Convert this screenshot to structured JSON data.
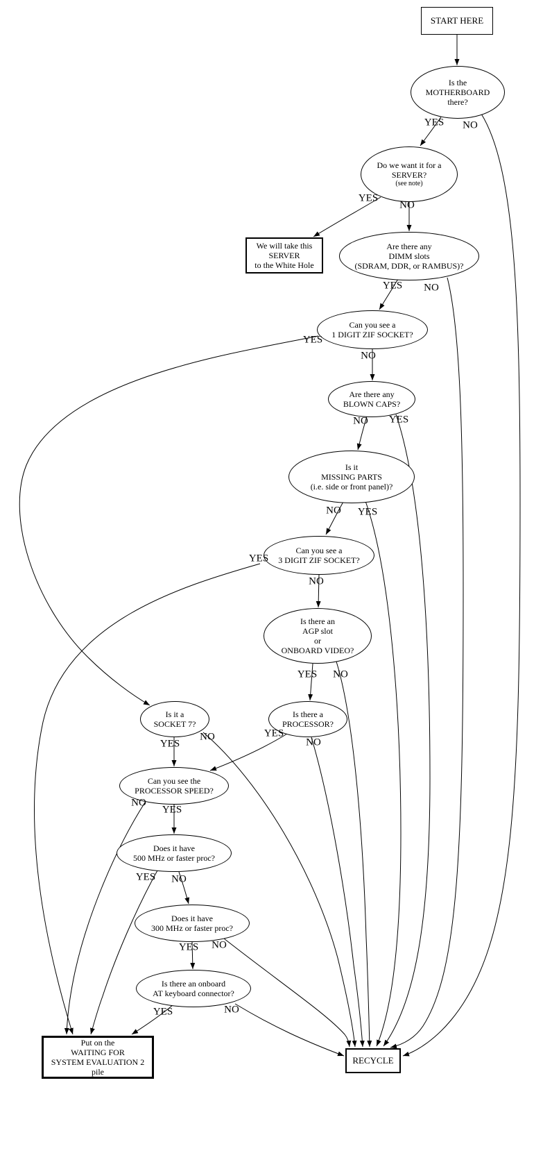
{
  "labels": {
    "yes": "YES",
    "no": "NO"
  },
  "nodes": {
    "start": {
      "lines": [
        "START HERE"
      ]
    },
    "motherboard": {
      "lines": [
        "Is the",
        "MOTHERBOARD",
        "there?"
      ]
    },
    "server": {
      "lines": [
        "Do we want it for a",
        "SERVER?",
        "(see note)"
      ]
    },
    "whitehole": {
      "lines": [
        "We will take this",
        "SERVER",
        "to the White Hole"
      ]
    },
    "dimm": {
      "lines": [
        "Are there any",
        "DIMM slots",
        "(SDRAM, DDR, or RAMBUS)?"
      ]
    },
    "zif1": {
      "lines": [
        "Can you see a",
        "1 DIGIT ZIF SOCKET?"
      ]
    },
    "blowncaps": {
      "lines": [
        "Are there any",
        "BLOWN CAPS?"
      ]
    },
    "missing": {
      "lines": [
        "Is it",
        "MISSING PARTS",
        "(i.e. side or front panel)?"
      ]
    },
    "zif3": {
      "lines": [
        "Can you see a",
        "3 DIGIT ZIF SOCKET?"
      ]
    },
    "agp": {
      "lines": [
        "Is there an",
        "AGP slot",
        "or",
        "ONBOARD VIDEO?"
      ]
    },
    "socket7": {
      "lines": [
        "Is it a",
        "SOCKET 7?"
      ]
    },
    "processor": {
      "lines": [
        "Is there a",
        "PROCESSOR?"
      ]
    },
    "speed": {
      "lines": [
        "Can you see the",
        "PROCESSOR SPEED?"
      ]
    },
    "mhz500": {
      "lines": [
        "Does it have",
        "500 MHz or faster proc?"
      ]
    },
    "mhz300": {
      "lines": [
        "Does it have",
        "300 MHz or faster proc?"
      ]
    },
    "atkbd": {
      "lines": [
        "Is there an onboard",
        "AT keyboard connector?"
      ]
    },
    "waiting": {
      "lines": [
        "Put on the",
        "WAITING FOR",
        "SYSTEM EVALUATION 2",
        "pile"
      ]
    },
    "recycle": {
      "lines": [
        "RECYCLE"
      ]
    }
  },
  "edges": [
    {
      "from": "start",
      "to": "motherboard",
      "label": ""
    },
    {
      "from": "motherboard",
      "to": "server",
      "label": "YES"
    },
    {
      "from": "motherboard",
      "to": "recycle",
      "label": "NO"
    },
    {
      "from": "server",
      "to": "whitehole",
      "label": "YES"
    },
    {
      "from": "server",
      "to": "dimm",
      "label": "NO"
    },
    {
      "from": "dimm",
      "to": "zif1",
      "label": "YES"
    },
    {
      "from": "dimm",
      "to": "recycle",
      "label": "NO"
    },
    {
      "from": "zif1",
      "to": "socket7",
      "label": "YES"
    },
    {
      "from": "zif1",
      "to": "blowncaps",
      "label": "NO"
    },
    {
      "from": "blowncaps",
      "to": "missing",
      "label": "NO"
    },
    {
      "from": "blowncaps",
      "to": "recycle",
      "label": "YES"
    },
    {
      "from": "missing",
      "to": "zif3",
      "label": "NO"
    },
    {
      "from": "missing",
      "to": "recycle",
      "label": "YES"
    },
    {
      "from": "zif3",
      "to": "waiting",
      "label": "YES"
    },
    {
      "from": "zif3",
      "to": "agp",
      "label": "NO"
    },
    {
      "from": "agp",
      "to": "processor",
      "label": "YES"
    },
    {
      "from": "agp",
      "to": "recycle",
      "label": "NO"
    },
    {
      "from": "socket7",
      "to": "speed",
      "label": "YES"
    },
    {
      "from": "socket7",
      "to": "recycle",
      "label": "NO"
    },
    {
      "from": "processor",
      "to": "speed",
      "label": "YES"
    },
    {
      "from": "processor",
      "to": "recycle",
      "label": "NO"
    },
    {
      "from": "speed",
      "to": "waiting",
      "label": "NO"
    },
    {
      "from": "speed",
      "to": "mhz500",
      "label": "YES"
    },
    {
      "from": "mhz500",
      "to": "waiting",
      "label": "YES"
    },
    {
      "from": "mhz500",
      "to": "mhz300",
      "label": "NO"
    },
    {
      "from": "mhz300",
      "to": "atkbd",
      "label": "YES"
    },
    {
      "from": "mhz300",
      "to": "recycle",
      "label": "NO"
    },
    {
      "from": "atkbd",
      "to": "waiting",
      "label": "YES"
    },
    {
      "from": "atkbd",
      "to": "recycle",
      "label": "NO"
    }
  ]
}
